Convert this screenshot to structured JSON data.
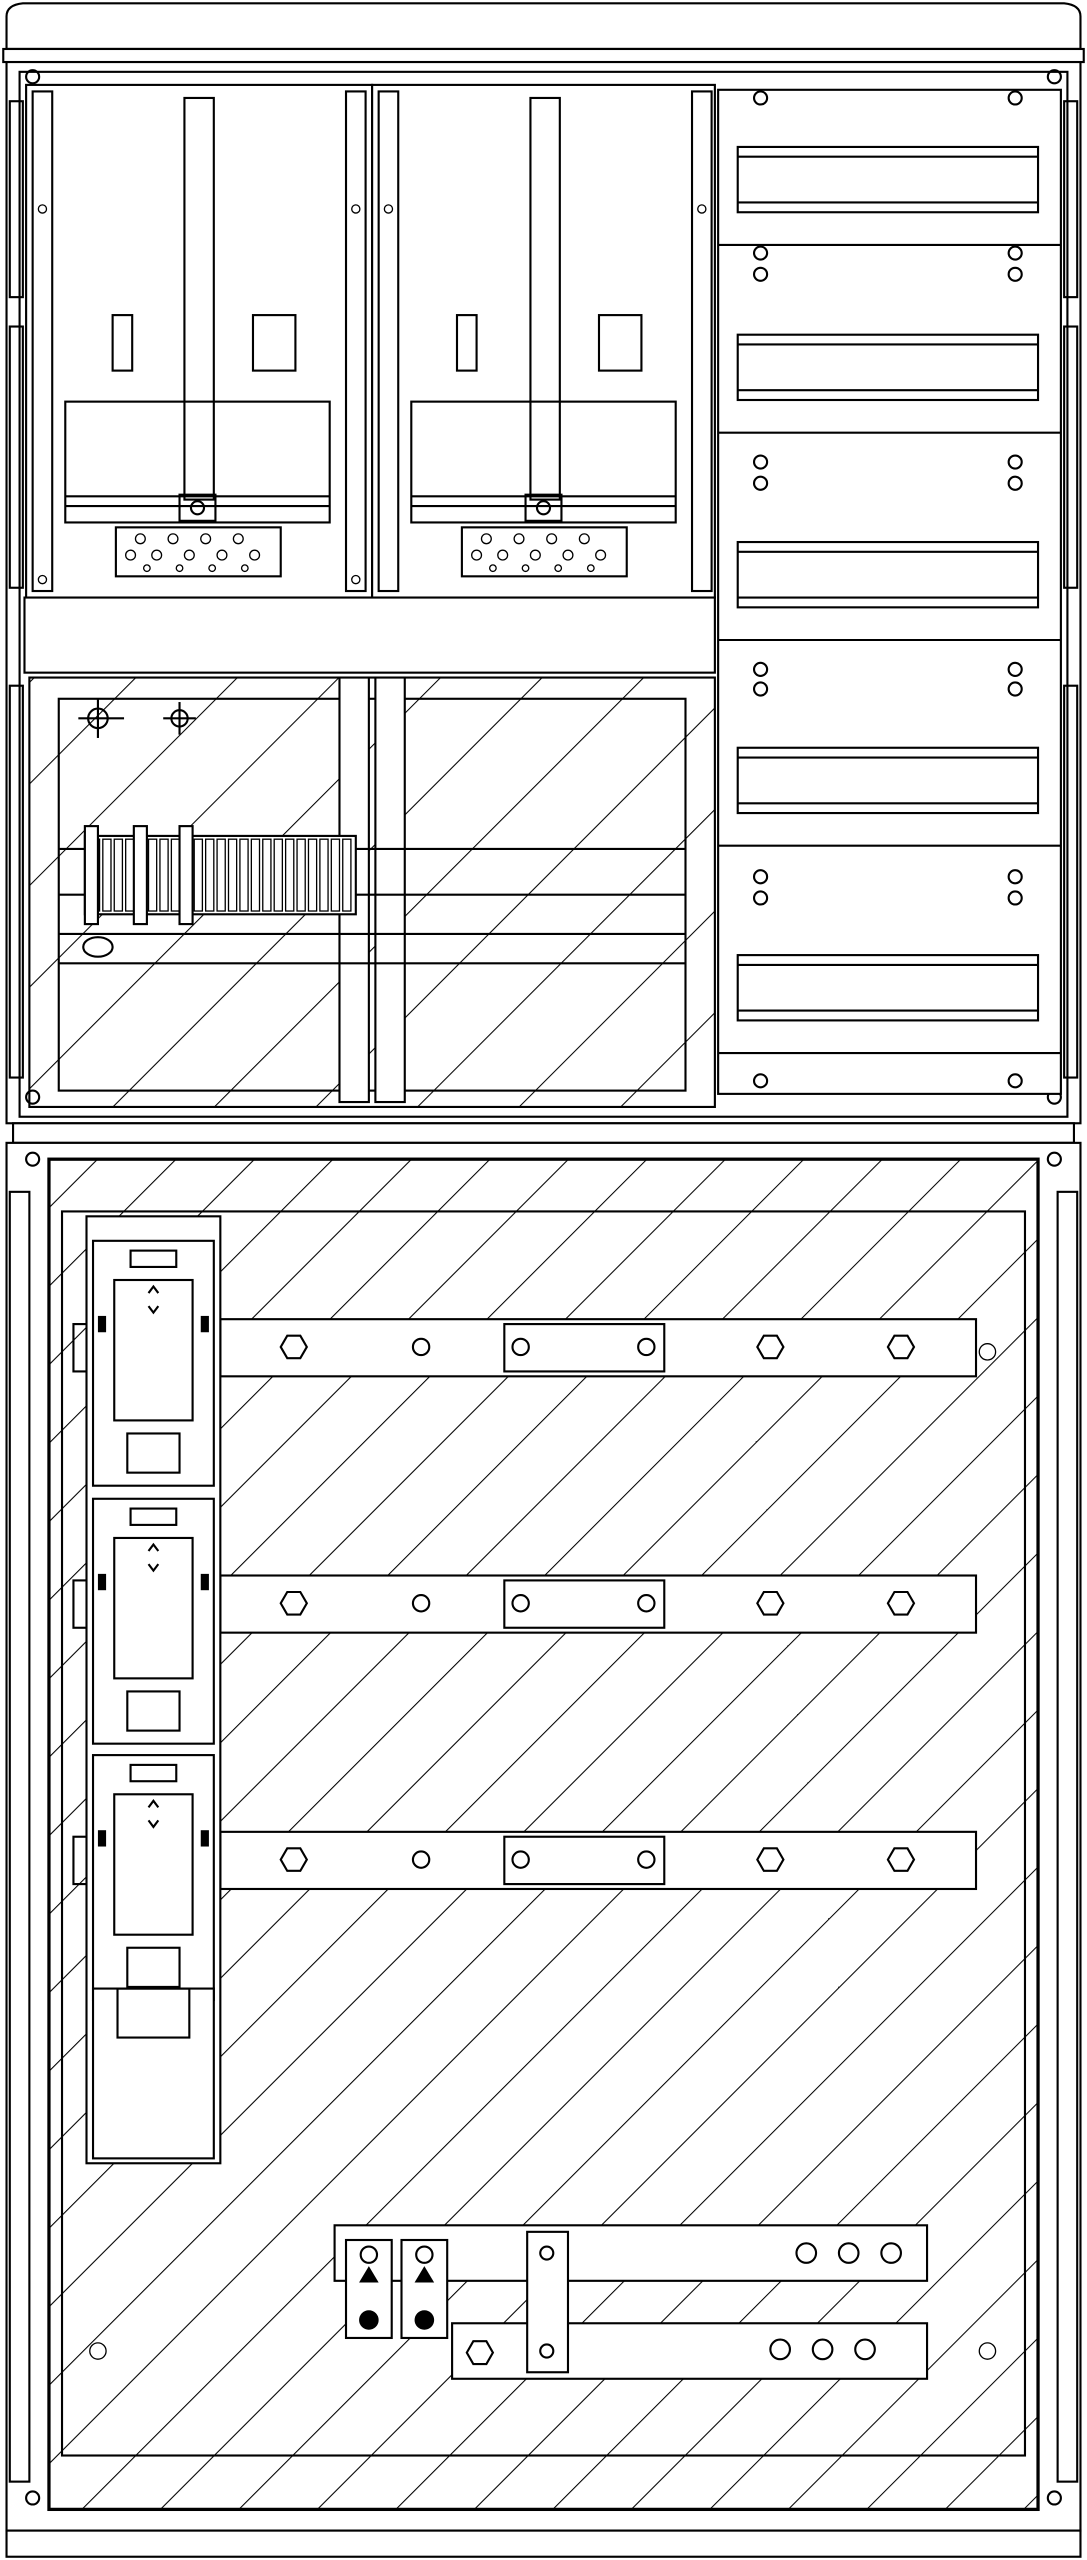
{
  "colors": {
    "line": "#000000",
    "background": "#ffffff"
  },
  "layout_counts": {
    "din_rows": 5,
    "meter_fields": 2,
    "fuse_switches": 3,
    "busbars": 3
  }
}
